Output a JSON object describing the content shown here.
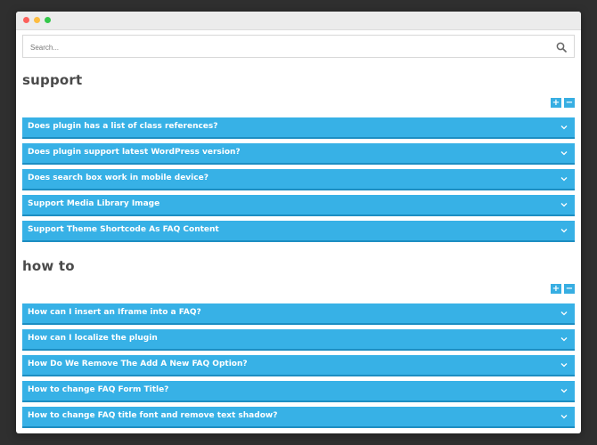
{
  "search": {
    "placeholder": "Search..."
  },
  "groups": [
    {
      "title": "support",
      "expand_label": "+",
      "collapse_label": "−",
      "items": [
        "Does plugin has a list of class references?",
        "Does plugin support latest WordPress version?",
        "Does search box work in mobile device?",
        "Support Media Library Image",
        "Support Theme Shortcode As FAQ Content"
      ]
    },
    {
      "title": "how to",
      "expand_label": "+",
      "collapse_label": "−",
      "items": [
        "How can I insert an Iframe into a FAQ?",
        "How can I localize the plugin",
        "How Do We Remove The Add A New FAQ Option?",
        "How to change FAQ Form Title?",
        "How to change FAQ title font and remove text shadow?"
      ]
    }
  ],
  "colors": {
    "accent": "#37b1e6",
    "accent_dark": "#1d8ec2",
    "heading": "#4a4a4a",
    "background": "#2f2f2f"
  }
}
